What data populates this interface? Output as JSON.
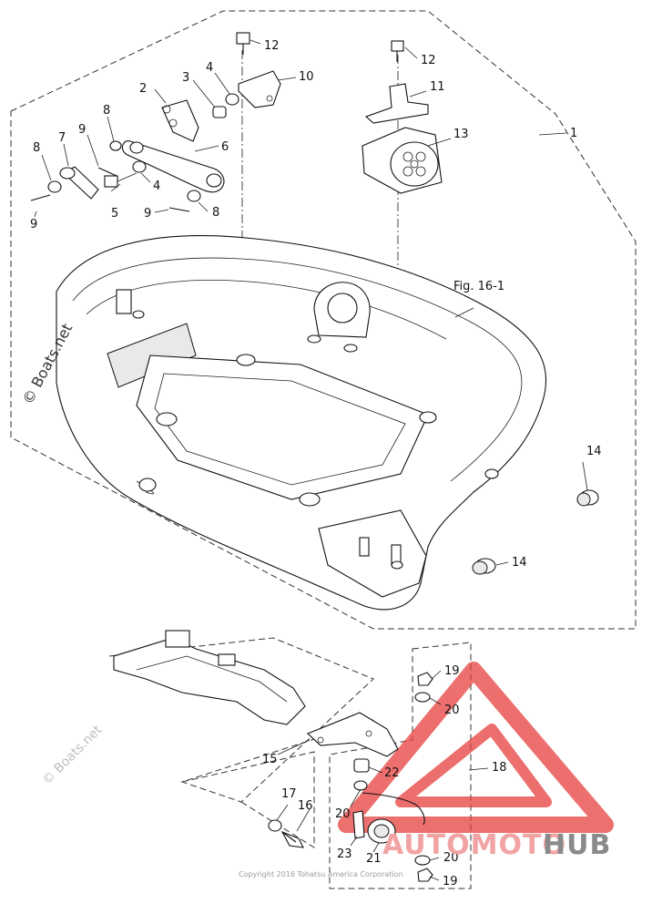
{
  "figure_ref": "Fig. 16-1",
  "copyright": "Copyright 2016 Tohatsu America Corporation",
  "watermarks": {
    "main": "© Boats.net",
    "faint": "© Boats.net"
  },
  "brand": {
    "part1": "AUTOMOTO",
    "part2": "HUB",
    "color_red": "#e53935",
    "color_pink": "#f2a3a3",
    "color_gray": "#8a8a8a"
  },
  "callouts": {
    "c1": "1",
    "c2": "2",
    "c3": "3",
    "c4a": "4",
    "c4b": "4",
    "c5": "5",
    "c6": "6",
    "c7": "7",
    "c8a": "8",
    "c8b": "8",
    "c8c": "8",
    "c9a": "9",
    "c9b": "9",
    "c9c": "9",
    "c10": "10",
    "c11": "11",
    "c12a": "12",
    "c12b": "12",
    "c13": "13",
    "c14a": "14",
    "c14b": "14",
    "c15": "15",
    "c16": "16",
    "c17": "17",
    "c18": "18",
    "c19a": "19",
    "c19b": "19",
    "c20a": "20",
    "c20b": "20",
    "c20c": "20",
    "c21": "21",
    "c22": "22",
    "c23": "23"
  }
}
